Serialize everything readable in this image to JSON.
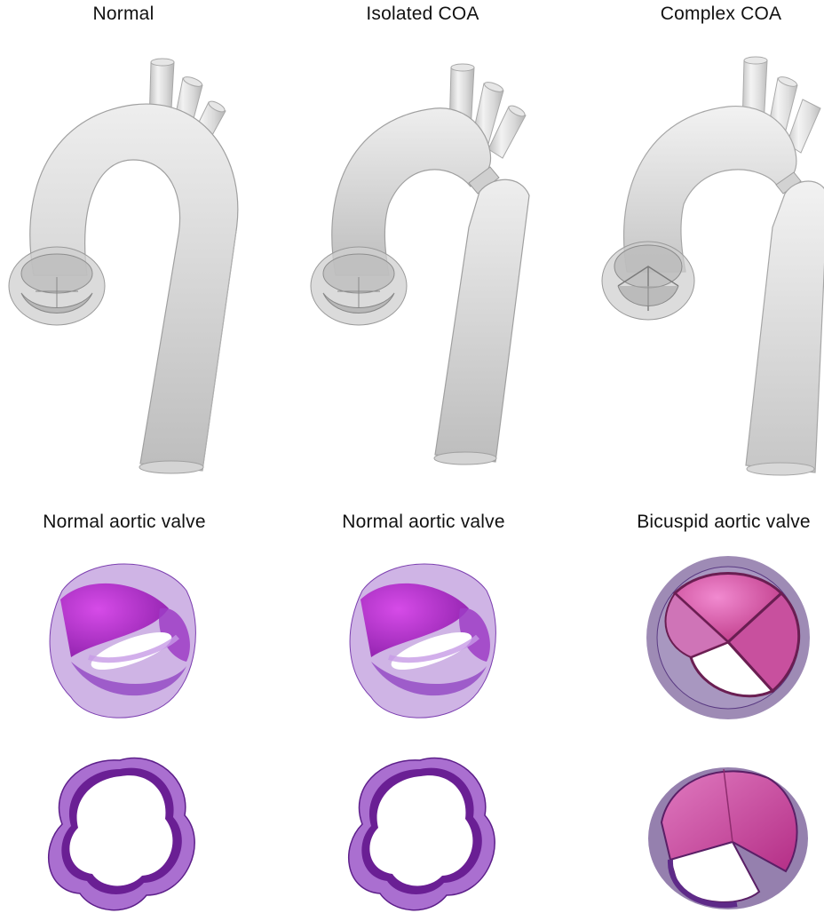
{
  "columns": [
    {
      "title": "Normal",
      "valve_label": "Normal aortic valve",
      "aorta_variant": "normal",
      "valve_type": "tricuspid"
    },
    {
      "title": "Isolated COA",
      "valve_label": "Normal aortic valve",
      "aorta_variant": "isolated-coarctation",
      "valve_type": "tricuspid"
    },
    {
      "title": "Complex COA",
      "valve_label": "Bicuspid aortic valve",
      "aorta_variant": "complex-coarctation",
      "valve_type": "bicuspid"
    }
  ],
  "colors": {
    "aorta_fill": "#d9d9d9",
    "aorta_edge": "#a8a8a8",
    "tricuspid_valve": "#8a3fb5",
    "tricuspid_leaflet": "#b92bd6",
    "bicuspid_valve": "#5e3d8a",
    "bicuspid_leaflet": "#d9489e"
  }
}
